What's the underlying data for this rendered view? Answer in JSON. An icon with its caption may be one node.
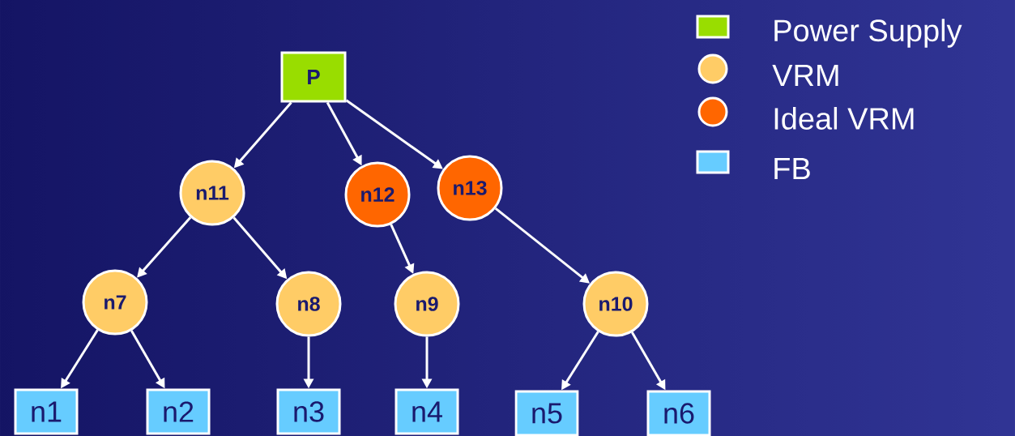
{
  "diagram": {
    "nodes": [
      {
        "text": [
          "P"
        ]
      },
      {
        "text": [
          "n11"
        ]
      },
      {
        "text": [
          "n12"
        ]
      },
      {
        "text": [
          "n13"
        ]
      },
      {
        "text": [
          "n7"
        ]
      },
      {
        "text": [
          "n8"
        ]
      },
      {
        "text": [
          "n9"
        ]
      },
      {
        "text": [
          "n10"
        ]
      },
      {
        "text": [
          "n1"
        ]
      },
      {
        "text": [
          "n2"
        ]
      },
      {
        "text": [
          "n3"
        ]
      },
      {
        "text": [
          "n4"
        ]
      },
      {
        "text": [
          "n5"
        ]
      },
      {
        "text": [
          "n6"
        ]
      }
    ],
    "edges": [
      {
        "from": 0,
        "to": 1,
        "arrow": "to"
      },
      {
        "from": 0,
        "to": 2,
        "arrow": "to"
      },
      {
        "from": 0,
        "to": 3,
        "arrow": "to"
      },
      {
        "from": 1,
        "to": 4,
        "arrow": "to"
      },
      {
        "from": 1,
        "to": 5,
        "arrow": "to"
      },
      {
        "from": 2,
        "to": 6,
        "arrow": "to"
      },
      {
        "from": 3,
        "to": 7,
        "arrow": "to"
      },
      {
        "from": 4,
        "to": 8,
        "arrow": "to"
      },
      {
        "from": 4,
        "to": 9,
        "arrow": "to"
      },
      {
        "from": 5,
        "to": 10,
        "arrow": "to"
      },
      {
        "from": 6,
        "to": 11,
        "arrow": "to"
      },
      {
        "from": 7,
        "to": 12,
        "arrow": "to"
      },
      {
        "from": 7,
        "to": 13,
        "arrow": "to"
      }
    ],
    "legend": [
      {
        "text": "Power Supply",
        "color": "#99dd00"
      },
      {
        "text": "VRM",
        "color": "#ffcc66"
      },
      {
        "text": "Ideal VRM",
        "color": "#ff6600"
      },
      {
        "text": "FB",
        "color": "#66ccff"
      }
    ]
  }
}
